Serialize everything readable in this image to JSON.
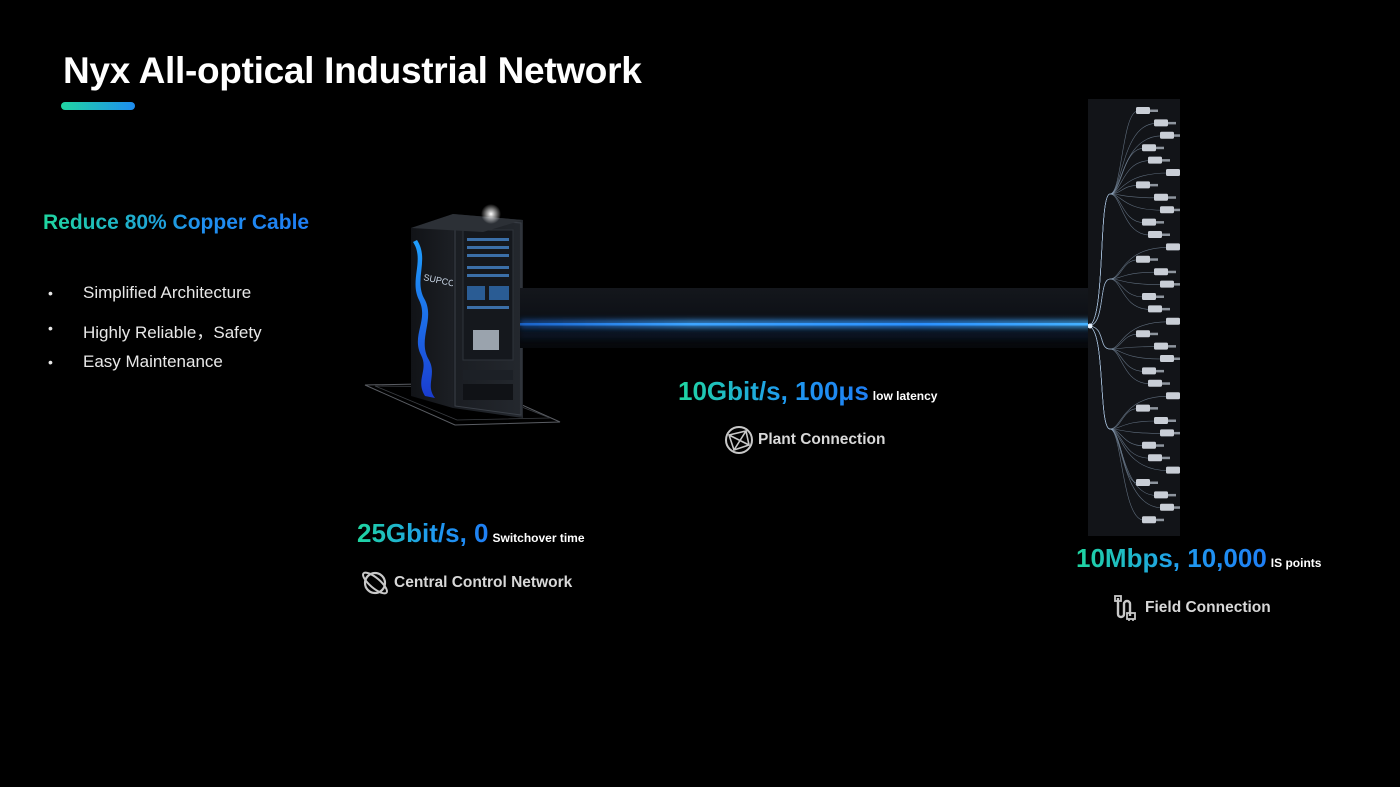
{
  "title": "Nyx All-optical Industrial Network",
  "headline": "Reduce 80% Copper Cable",
  "bullets": [
    {
      "marker": "•",
      "text": "Simplified Architecture"
    },
    {
      "marker": "•",
      "text": "Highly Reliable，Safety"
    },
    {
      "marker": "•",
      "text": "Easy Maintenance"
    }
  ],
  "rack": {
    "brand": "SUPCON"
  },
  "central": {
    "value": "25Gbit/s, 0",
    "note": "Switchover time",
    "label": "Central Control Network",
    "icon": "planet-icon"
  },
  "plant": {
    "value": "10Gbit/s, 100μs",
    "note": "low latency",
    "label": "Plant Connection",
    "icon": "globe-network-icon"
  },
  "field": {
    "value": "10Mbps, 10,000",
    "note": "IS points",
    "label": "Field Connection",
    "icon": "plug-cable-icon"
  },
  "colors": {
    "background": "#000000",
    "accent_green": "#1fd6a0",
    "accent_blue": "#1f7ef4",
    "fiber_glow": "#1e8cff"
  }
}
